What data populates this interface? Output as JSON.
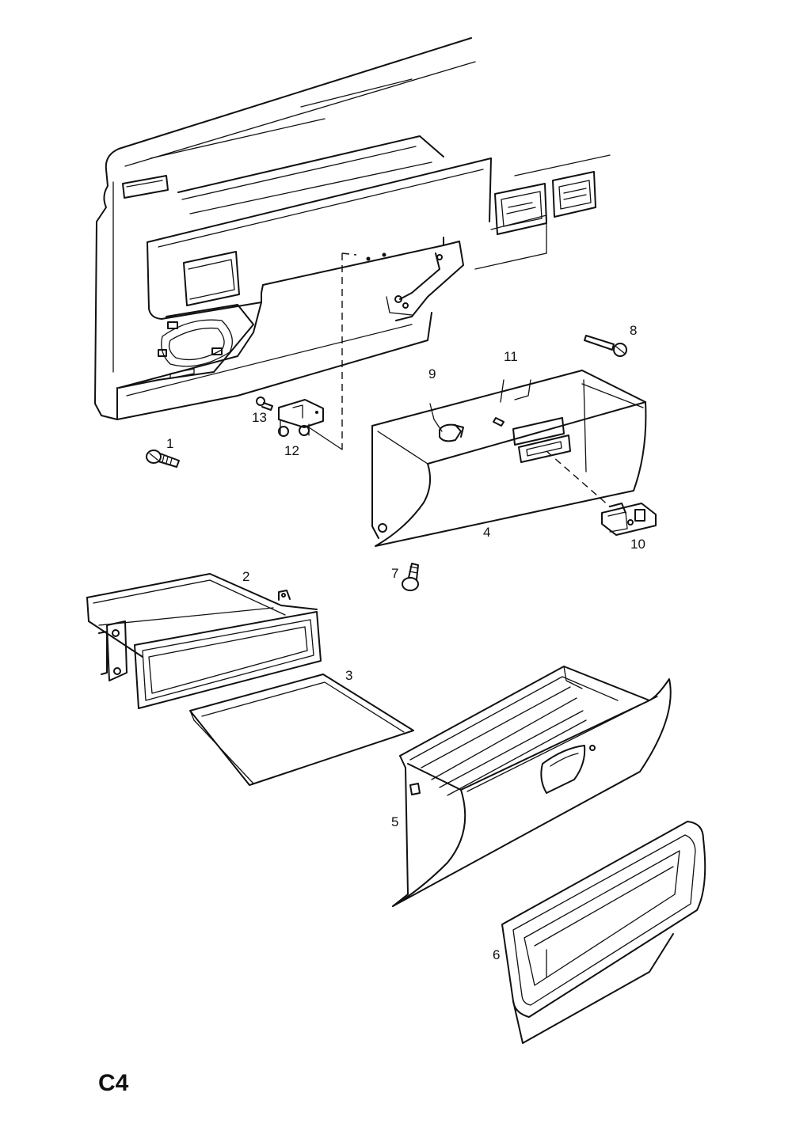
{
  "diagram": {
    "code": "C4",
    "callouts": [
      {
        "id": "1",
        "text": "1"
      },
      {
        "id": "2",
        "text": "2"
      },
      {
        "id": "3",
        "text": "3"
      },
      {
        "id": "4",
        "text": "4"
      },
      {
        "id": "5",
        "text": "5"
      },
      {
        "id": "6",
        "text": "6"
      },
      {
        "id": "7",
        "text": "7"
      },
      {
        "id": "8",
        "text": "8"
      },
      {
        "id": "9",
        "text": "9"
      },
      {
        "id": "10",
        "text": "10"
      },
      {
        "id": "11",
        "text": "11"
      },
      {
        "id": "12",
        "text": "12"
      },
      {
        "id": "13",
        "text": "13"
      }
    ]
  }
}
